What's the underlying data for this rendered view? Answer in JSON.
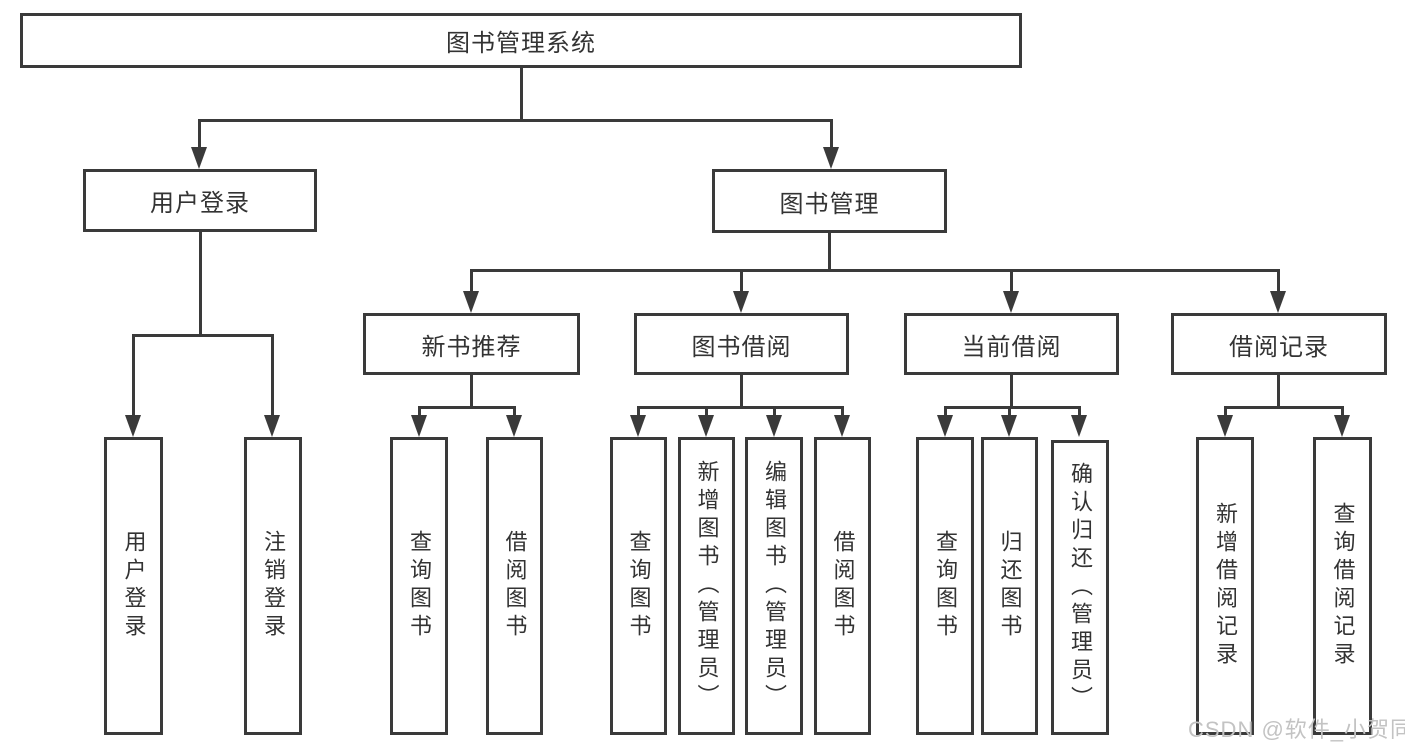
{
  "diagram_type": "hierarchy-tree",
  "tree": {
    "root": {
      "label": "图书管理系统"
    },
    "branches": [
      {
        "label": "用户登录",
        "children": [
          {
            "label": "用户登录"
          },
          {
            "label": "注销登录"
          }
        ]
      },
      {
        "label": "图书管理",
        "children": [
          {
            "label": "新书推荐",
            "children": [
              {
                "label": "查询图书"
              },
              {
                "label": "借阅图书"
              }
            ]
          },
          {
            "label": "图书借阅",
            "children": [
              {
                "label": "查询图书"
              },
              {
                "label": "新增图书（管理员）"
              },
              {
                "label": "编辑图书（管理员）"
              },
              {
                "label": "借阅图书"
              }
            ]
          },
          {
            "label": "当前借阅",
            "children": [
              {
                "label": "查询图书"
              },
              {
                "label": "归还图书"
              },
              {
                "label": "确认归还（管理员）"
              }
            ]
          },
          {
            "label": "借阅记录",
            "children": [
              {
                "label": "新增借阅记录"
              },
              {
                "label": "查询借阅记录"
              }
            ]
          }
        ]
      }
    ]
  },
  "watermark": {
    "text": "CSDN @软件_小贺同学"
  },
  "colors": {
    "line": "#3a3a3a",
    "text": "#333333",
    "watermark": "#c3c3c3",
    "background": "#ffffff"
  }
}
